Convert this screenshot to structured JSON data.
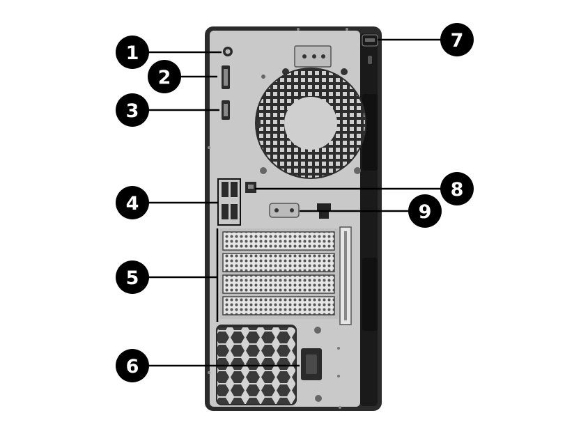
{
  "figure": {
    "subject": "desktop tower rear panel",
    "callouts": [
      {
        "number": "1",
        "component": "audio-jack"
      },
      {
        "number": "2",
        "component": "displayport-upper"
      },
      {
        "number": "3",
        "component": "displayport-lower"
      },
      {
        "number": "4",
        "component": "usb-ports"
      },
      {
        "number": "5",
        "component": "expansion-slots"
      },
      {
        "number": "6",
        "component": "power-connector"
      },
      {
        "number": "7",
        "component": "security-cable-slot"
      },
      {
        "number": "8",
        "component": "rj45-network-jack"
      },
      {
        "number": "9",
        "component": "serial-port-option"
      }
    ],
    "colors": {
      "callout": "#000000",
      "chassis": "#2b2b2b",
      "panel": "#c9c9c9",
      "panel_shade": "#b3b3b3",
      "grille": "#3a3a3a"
    }
  }
}
